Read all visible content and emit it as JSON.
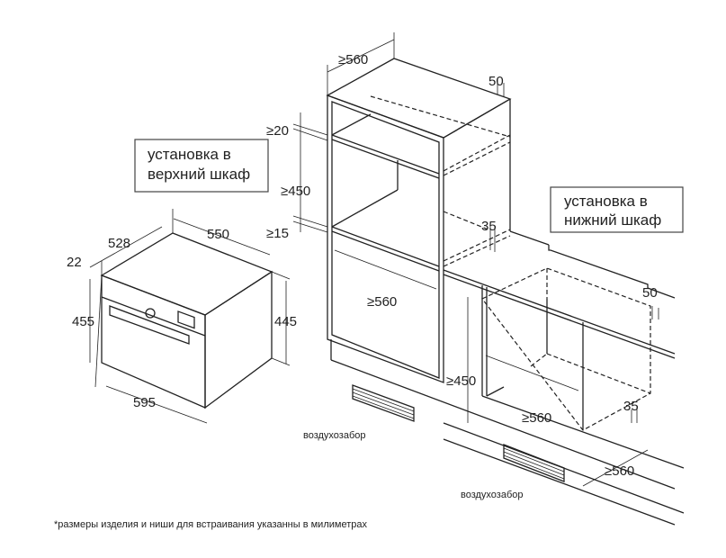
{
  "labels": {
    "upper_install": [
      "установка в",
      "верхний шкаф"
    ],
    "lower_install": [
      "установка в",
      "нижний шкаф"
    ],
    "air_intake_upper": "воздухозабор",
    "air_intake_lower": "воздухозабор",
    "footnote": "*размеры изделия и ниши для встраивания указанны в милиметрах"
  },
  "oven_dims": {
    "depth": "528",
    "width_body": "550",
    "front_offset": "22",
    "height_front": "455",
    "height_body": "445",
    "width_front": "595"
  },
  "tall_cabinet_dims": {
    "depth": "≥560",
    "back_gap": "50",
    "top_gap": "≥20",
    "niche_height": "≥450",
    "bottom_gap": "≥15",
    "niche_width": "≥560",
    "vent": "35"
  },
  "base_cabinet_dims": {
    "back_gap": "50",
    "niche_height": "≥450",
    "niche_width": "≥560",
    "vent": "35",
    "depth": "≥560"
  }
}
